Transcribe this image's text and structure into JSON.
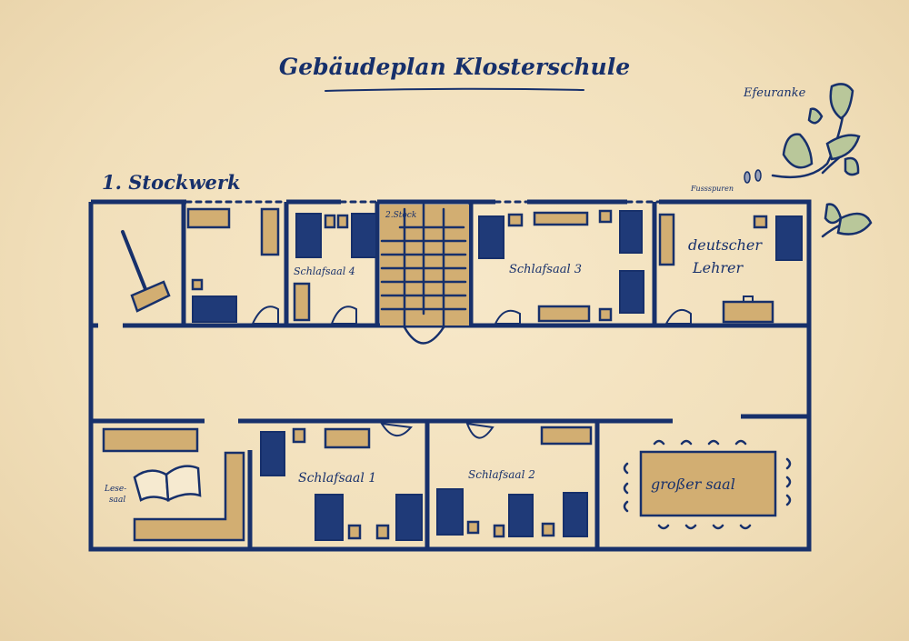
{
  "title": "Gebäudeplan Klosterschule",
  "floor_label": "1. Stockwerk",
  "stairs_label": "2.Stock",
  "rooms": {
    "dorm_4": "Schlafsaal 4",
    "dorm_3": "Schlafsaal 3",
    "dorm_1": "Schlafsaal 1",
    "dorm_2": "Schlafsaal 2",
    "teacher_line1": "deutscher",
    "teacher_line2": "Lehrer",
    "reading_line1": "Lese-",
    "reading_line2": "saal",
    "great_hall": "großer saal"
  },
  "annotations": {
    "ivy": "Efeuranke",
    "footprints": "Fussspuren"
  },
  "colors": {
    "ink": "#17306b",
    "paper": "#f3e2c0",
    "furniture": "#d2ae72",
    "leaf": "#b9c79a"
  }
}
